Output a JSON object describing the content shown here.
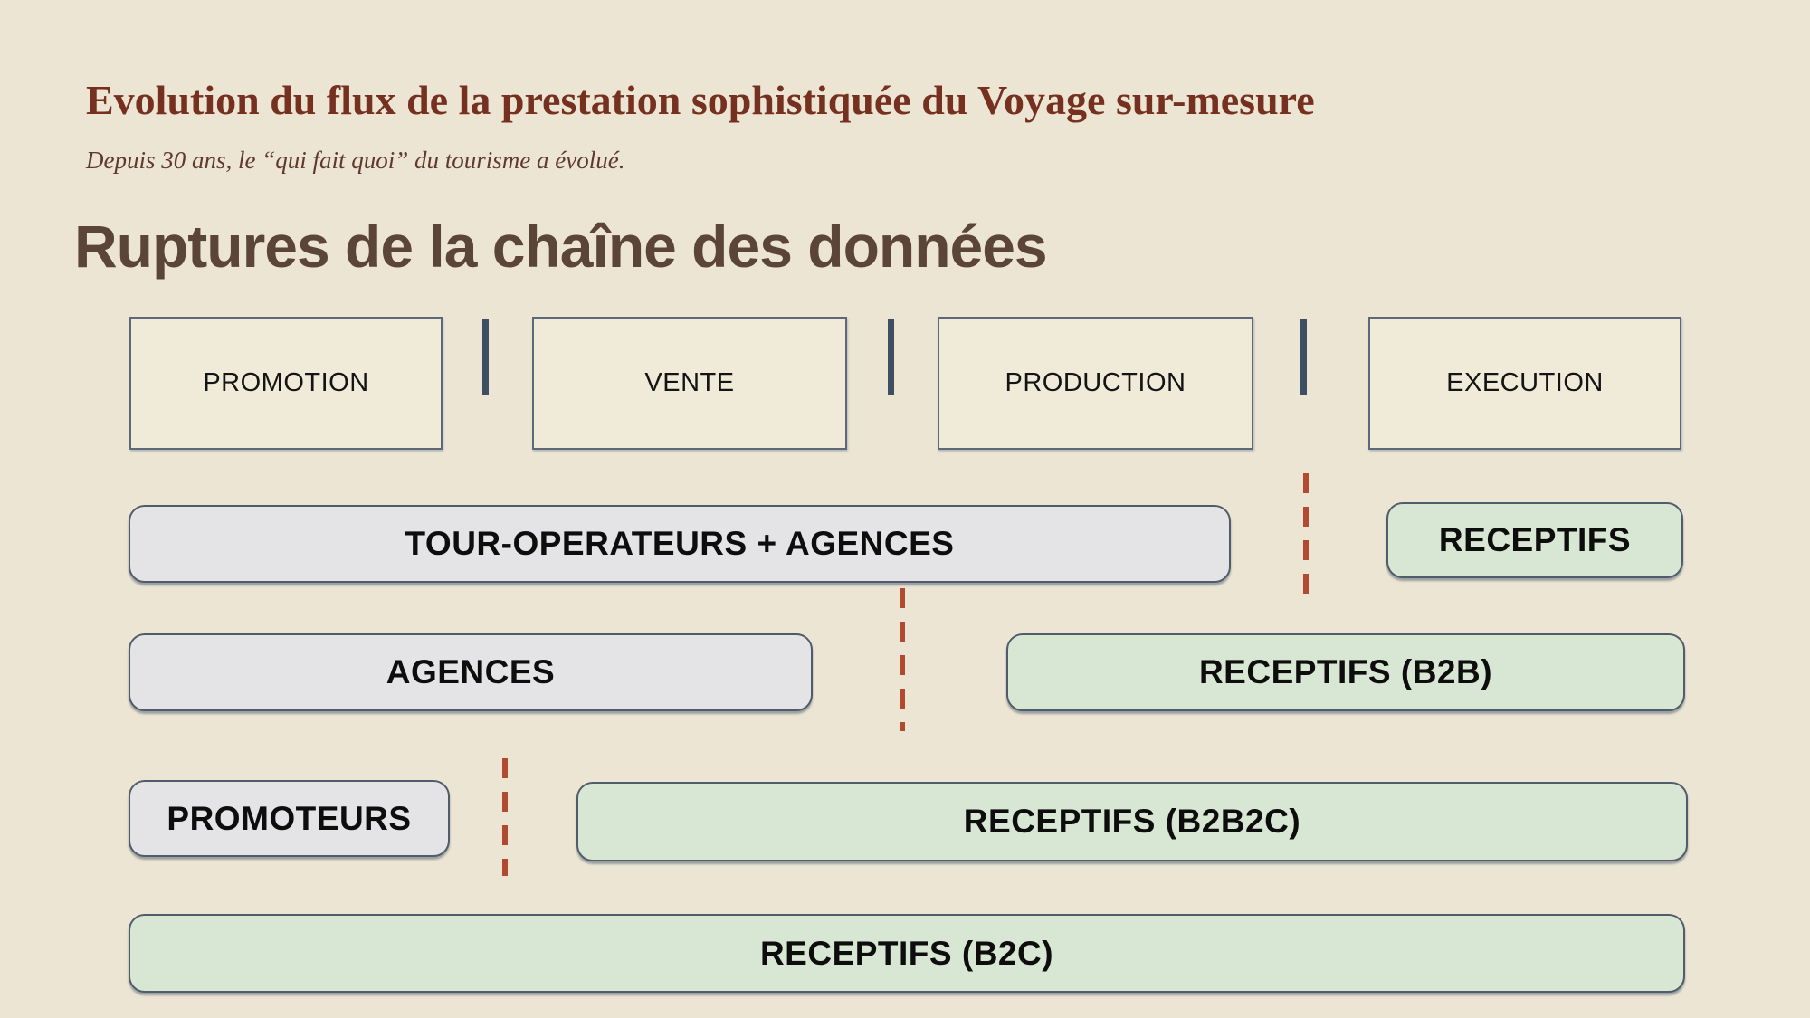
{
  "slide": {
    "title": "Evolution du flux de la prestation sophistiquée du Voyage sur-mesure",
    "subtitle": "Depuis 30 ans, le “qui fait quoi” du tourisme a évolué.",
    "heading": "Ruptures de la chaîne des données"
  },
  "stages": [
    {
      "label": "PROMOTION"
    },
    {
      "label": "VENTE"
    },
    {
      "label": "PRODUCTION"
    },
    {
      "label": "EXECUTION"
    }
  ],
  "flow_rows": [
    {
      "boxes": [
        {
          "label": "TOUR-OPERATEURS + AGENCES",
          "style": "gray"
        },
        {
          "label": "RECEPTIFS",
          "style": "green"
        }
      ]
    },
    {
      "boxes": [
        {
          "label": "AGENCES",
          "style": "gray"
        },
        {
          "label": "RECEPTIFS (B2B)",
          "style": "green"
        }
      ]
    },
    {
      "boxes": [
        {
          "label": "PROMOTEURS",
          "style": "gray"
        },
        {
          "label": "RECEPTIFS (B2B2C)",
          "style": "green"
        }
      ]
    },
    {
      "boxes": [
        {
          "label": "RECEPTIFS (B2C)",
          "style": "green"
        }
      ]
    }
  ],
  "colors": {
    "background": "#ece5d3",
    "title": "#76301f",
    "subtitle": "#5f392d",
    "heading": "#5a4536",
    "stage-fill": "#f0ead9",
    "stage-border": "#5d6878",
    "separator": "#3f4f63",
    "gray-fill": "#e4e4e6",
    "green-fill": "#d8e7d3",
    "box-border": "#505c6b",
    "dashed-line": "#b14a30"
  }
}
